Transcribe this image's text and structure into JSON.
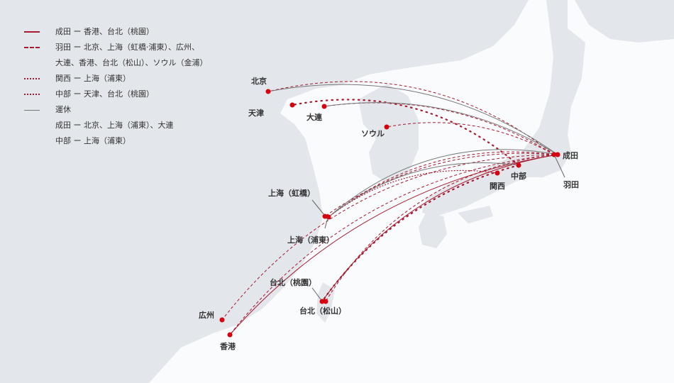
{
  "legend": [
    {
      "style": "solid",
      "text": "成田 ー 香港、台北（桃園）"
    },
    {
      "style": "dash",
      "text": "羽田 ー 北京、上海（虹橋·浦東）、広州、"
    },
    {
      "style": "none",
      "text": "大連、香港、台北（松山）、ソウル（金浦）"
    },
    {
      "style": "fine",
      "text": "関西 ー 上海（浦東）"
    },
    {
      "style": "dot",
      "text": "中部 ー 天津、台北（桃園）"
    },
    {
      "style": "gray",
      "text": "運休"
    },
    {
      "style": "none",
      "text": "成田 ー 北京、上海（浦東）、大連"
    },
    {
      "style": "none",
      "text": "中部 ー 上海（浦東）"
    }
  ],
  "airports": {
    "beijing": "北京",
    "tianjin": "天津",
    "dalian": "大連",
    "seoul": "ソウル",
    "narita": "成田",
    "haneda": "羽田",
    "chubu": "中部",
    "kansai": "関西",
    "hongqiao": "上海（虹橋）",
    "pudong": "上海（浦東）",
    "taoyuan": "台北（桃園）",
    "songshan": "台北（松山）",
    "guangzhou": "広州",
    "hongkong": "香港"
  },
  "routes": [
    {
      "from": "narita",
      "to": "hongkong",
      "type": "solid"
    },
    {
      "from": "narita",
      "to": "taoyuan",
      "type": "solid"
    },
    {
      "from": "haneda",
      "to": "beijing",
      "type": "dash"
    },
    {
      "from": "haneda",
      "to": "hongqiao",
      "type": "dash"
    },
    {
      "from": "haneda",
      "to": "pudong",
      "type": "dash"
    },
    {
      "from": "haneda",
      "to": "guangzhou",
      "type": "dash"
    },
    {
      "from": "haneda",
      "to": "dalian",
      "type": "dash"
    },
    {
      "from": "haneda",
      "to": "hongkong",
      "type": "dash"
    },
    {
      "from": "haneda",
      "to": "songshan",
      "type": "dash"
    },
    {
      "from": "haneda",
      "to": "seoul",
      "type": "dash"
    },
    {
      "from": "kansai",
      "to": "pudong",
      "type": "fine"
    },
    {
      "from": "chubu",
      "to": "tianjin",
      "type": "dot"
    },
    {
      "from": "chubu",
      "to": "taoyuan",
      "type": "dot"
    },
    {
      "from": "narita",
      "to": "beijing",
      "type": "gray"
    },
    {
      "from": "narita",
      "to": "pudong",
      "type": "gray"
    },
    {
      "from": "narita",
      "to": "dalian",
      "type": "gray"
    },
    {
      "from": "chubu",
      "to": "pudong",
      "type": "gray"
    }
  ],
  "colors": {
    "route": "#a6192e",
    "dot": "#d7000f",
    "suspended": "#777777",
    "land": "#e3e6ea",
    "sea": "#fafbfc"
  }
}
